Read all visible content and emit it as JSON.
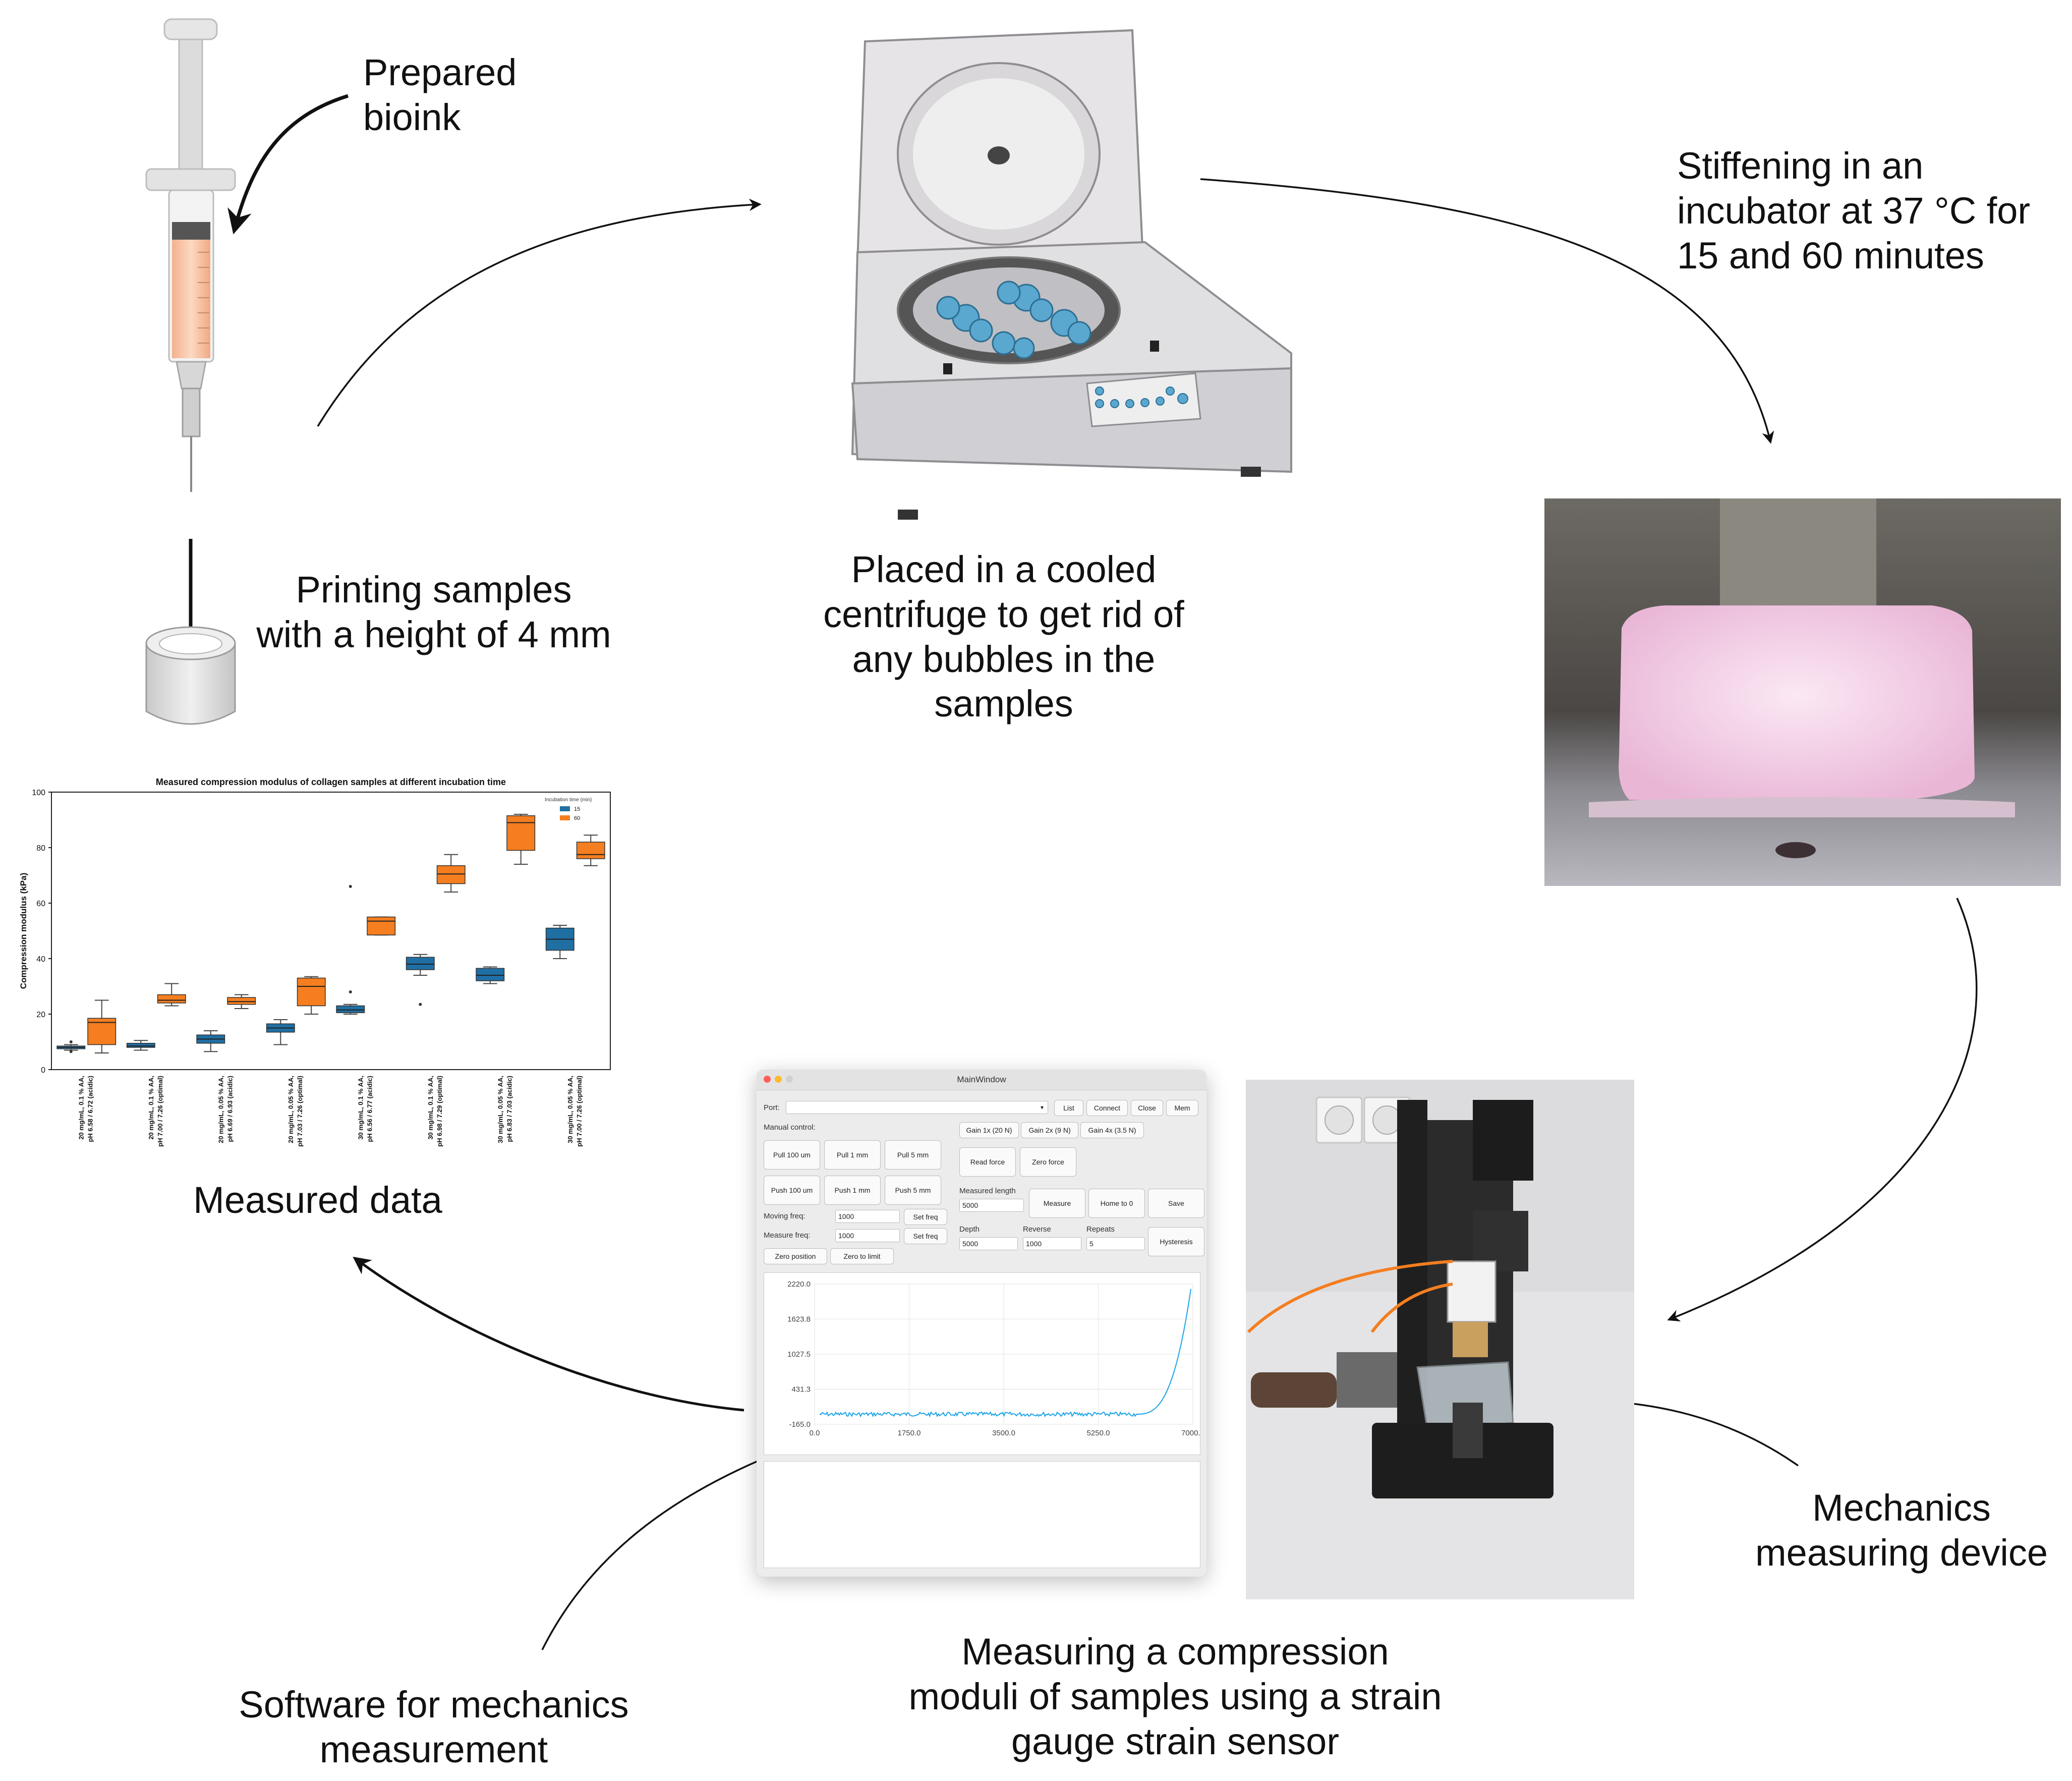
{
  "labels": {
    "prepared_bioink": [
      "Prepared",
      "bioink"
    ],
    "printing_samples": [
      "Printing samples",
      "with a height of 4 mm"
    ],
    "centrifuge": [
      "Placed in a cooled",
      "centrifuge to get rid of",
      "any bubbles in the",
      "samples"
    ],
    "stiffening": [
      "Stiffening in an",
      "incubator at 37 °C for",
      "15 and 60 minutes"
    ],
    "measured_data": "Measured data",
    "mechanics_device": [
      "Mechanics",
      "measuring device"
    ],
    "measuring_compression": [
      "Measuring a compression",
      "moduli of samples using a strain",
      "gauge strain sensor"
    ],
    "software": [
      "Software for mechanics",
      "measurement"
    ]
  },
  "software_window": {
    "title": "MainWindow",
    "port_label": "Port:",
    "port_buttons": [
      "List",
      "Connect",
      "Close",
      "Mem"
    ],
    "manual_control_label": "Manual control:",
    "gain_buttons": [
      "Gain 1x (20 N)",
      "Gain 2x (9 N)",
      "Gain 4x (3.5 N)"
    ],
    "pull_buttons": [
      "Pull 100 um",
      "Pull 1 mm",
      "Pull 5 mm"
    ],
    "push_buttons": [
      "Push 100 um",
      "Push 1 mm",
      "Push 5 mm"
    ],
    "read_force": "Read force",
    "zero_force": "Zero force",
    "measured_length_label": "Measured length",
    "measured_length_value": "5000",
    "measure": "Measure",
    "home": "Home to 0",
    "save": "Save",
    "moving_freq_label": "Moving freq:",
    "moving_freq_value": "1000",
    "measure_freq_label": "Measure freq:",
    "measure_freq_value": "1000",
    "set_freq": "Set freq",
    "zero_position": "Zero position",
    "zero_to_limit": "Zero to limit",
    "depth_label": "Depth",
    "depth_value": "5000",
    "reverse_label": "Reverse",
    "reverse_value": "1000",
    "repeats_label": "Repeats",
    "repeats_value": "5",
    "hysteresis": "Hysteresis",
    "plot_y_ticks": [
      "2220.0",
      "1623.8",
      "1027.5",
      "431.3",
      "-165.0"
    ],
    "plot_x_ticks": [
      "0.0",
      "1750.0",
      "3500.0",
      "5250.0",
      "7000.0"
    ],
    "line_color": "#1aa3e8"
  },
  "chart_data": {
    "type": "box",
    "title": "Measured compression modulus of collagen samples at different incubation time",
    "ylabel": "Compression modulus (kPa)",
    "ylim": [
      0,
      100
    ],
    "yticks": [
      "0",
      "20",
      "40",
      "60",
      "80",
      "100"
    ],
    "legend_title": "Incubation time (min)",
    "legend_position": "top-right",
    "categories": [
      [
        "20 mg/mL, 0.1 % AA,",
        "pH 6.58 / 6.72 (acidic)"
      ],
      [
        "20 mg/mL, 0.1 % AA,",
        "pH 7.00 / 7.26 (optimal)"
      ],
      [
        "20 mg/mL, 0.05 % AA,",
        "pH 6.69 / 6.93 (acidic)"
      ],
      [
        "20 mg/mL, 0.05 % AA,",
        "pH 7.03 / 7.26 (optimal)"
      ],
      [
        "30 mg/mL, 0.1 % AA,",
        "pH 6.56 / 6.77 (acidic)"
      ],
      [
        "30 mg/mL, 0.1 % AA,",
        "pH 6.98 / 7.29 (optimal)"
      ],
      [
        "30 mg/mL, 0.05 % AA,",
        "pH 6.83 / 7.03 (acidic)"
      ],
      [
        "30 mg/mL, 0.05 % AA,",
        "pH 7.00 / 7.26 (optimal)"
      ]
    ],
    "series": [
      {
        "name": "15",
        "color": "#1f6fa3",
        "boxes": [
          {
            "min": 7,
            "q1": 7.5,
            "median": 8,
            "q3": 8.5,
            "max": 9,
            "outliers": [
              6.5,
              10
            ]
          },
          {
            "min": 7,
            "q1": 8,
            "median": 8.5,
            "q3": 9.5,
            "max": 10.5,
            "outliers": []
          },
          {
            "min": 6.5,
            "q1": 9.5,
            "median": 11,
            "q3": 12.5,
            "max": 14,
            "outliers": []
          },
          {
            "min": 9,
            "q1": 13.5,
            "median": 15,
            "q3": 16.5,
            "max": 18,
            "outliers": []
          },
          {
            "min": 20,
            "q1": 20.5,
            "median": 21.5,
            "q3": 23,
            "max": 23.5,
            "outliers": [
              28,
              66
            ]
          },
          {
            "min": 34,
            "q1": 36,
            "median": 38,
            "q3": 40.5,
            "max": 41.5,
            "outliers": [
              23.5
            ]
          },
          {
            "min": 31,
            "q1": 32,
            "median": 34,
            "q3": 36.5,
            "max": 37,
            "outliers": []
          },
          {
            "min": 40,
            "q1": 43,
            "median": 47,
            "q3": 51,
            "max": 52,
            "outliers": []
          }
        ]
      },
      {
        "name": "60",
        "color": "#f47e20",
        "boxes": [
          {
            "min": 6,
            "q1": 9,
            "median": 17,
            "q3": 18.5,
            "max": 25,
            "outliers": []
          },
          {
            "min": 23,
            "q1": 24,
            "median": 25,
            "q3": 27,
            "max": 31,
            "outliers": []
          },
          {
            "min": 22,
            "q1": 23.5,
            "median": 24.5,
            "q3": 26,
            "max": 27,
            "outliers": []
          },
          {
            "min": 20,
            "q1": 23,
            "median": 30,
            "q3": 33,
            "max": 33.5,
            "outliers": []
          },
          {
            "min": 48.5,
            "q1": 48.5,
            "median": 53.5,
            "q3": 55,
            "max": 55,
            "outliers": []
          },
          {
            "min": 64,
            "q1": 67,
            "median": 70.5,
            "q3": 73.5,
            "max": 77.5,
            "outliers": []
          },
          {
            "min": 74,
            "q1": 79,
            "median": 89,
            "q3": 91.5,
            "max": 92,
            "outliers": []
          },
          {
            "min": 73.5,
            "q1": 76,
            "median": 77.5,
            "q3": 82,
            "max": 84.5,
            "outliers": []
          }
        ]
      }
    ]
  }
}
